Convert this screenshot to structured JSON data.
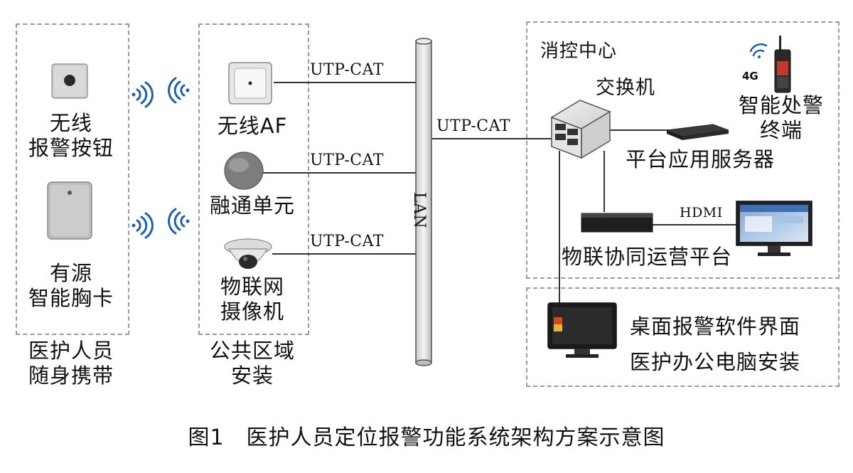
{
  "groups": {
    "staff": {
      "devices": {
        "button": [
          "无线",
          "报警按钮"
        ],
        "card": [
          "有源",
          "智能胸卡"
        ]
      },
      "footer": [
        "医护人员",
        "随身携带"
      ]
    },
    "public": {
      "devices": {
        "af": "无线AF",
        "fusion": "融通单元",
        "camera": [
          "物联网",
          "摄像机"
        ]
      },
      "footer": [
        "公共区域",
        "安装"
      ]
    },
    "control_center": {
      "title": "消控中心",
      "switch": "交换机",
      "terminal": [
        "智能处警",
        "终端"
      ],
      "terminal_badge": "4G",
      "server": "平台应用服务器",
      "platform": "物联协同运营平台",
      "hdmi": "HDMI"
    },
    "desktop": {
      "line1": "桌面报警软件界面",
      "line2": "医护办公电脑安装"
    }
  },
  "links": {
    "af": "UTP-CAT",
    "fusion": "UTP-CAT",
    "camera": "UTP-CAT",
    "switch": "UTP-CAT"
  },
  "bus": "LAN",
  "caption": "图1　医护人员定位报警功能系统架构方案示意图",
  "colors": {
    "wifi": "#1f5fb0",
    "line": "#333333",
    "dash": "#9a9a9a",
    "terminal_body": "#c0392b"
  }
}
